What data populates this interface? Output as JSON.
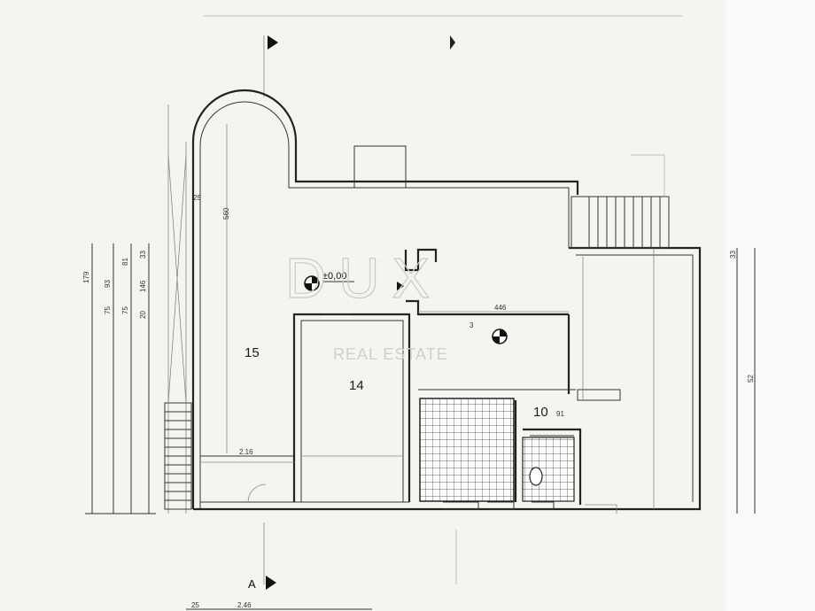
{
  "plan": {
    "rooms": [
      {
        "id": "15",
        "label": "15"
      },
      {
        "id": "14",
        "label": "14"
      },
      {
        "id": "10",
        "label": "10"
      },
      {
        "id": "3",
        "label": "3"
      }
    ],
    "level_marker": "±0,00",
    "section_label": "A",
    "watermark": {
      "main": "DUX",
      "sub": "REAL ESTATE"
    },
    "dimensions": {
      "top_25": "25",
      "vertical_560": "560",
      "width_446": "446",
      "d_216": "2.16",
      "d_91": "91",
      "bottom_25": "25",
      "bottom_246": "2.46",
      "left_179": "179",
      "left_75": "75",
      "left_93": "93",
      "left_81": "81",
      "left_75b": "75",
      "left_146": "146",
      "left_20": "20",
      "left_33": "33",
      "right_33": "33",
      "right_52": "52"
    }
  }
}
